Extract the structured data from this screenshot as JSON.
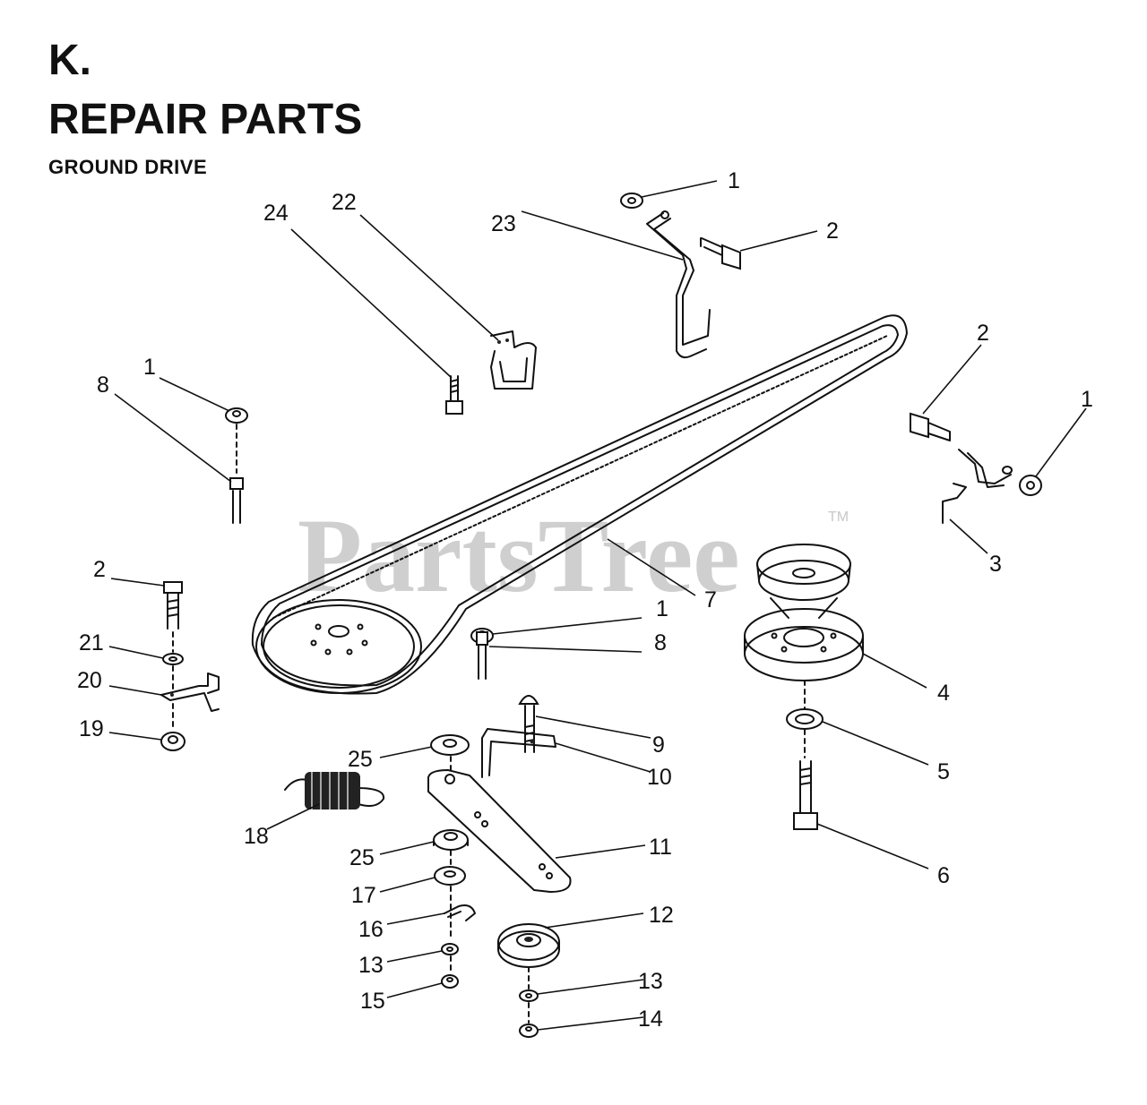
{
  "header": {
    "section_letter": "K.",
    "title": "REPAIR PARTS",
    "subtitle": "GROUND DRIVE"
  },
  "watermark": {
    "text": "PartsTree",
    "trademark": "TM"
  },
  "callouts": [
    "1",
    "2",
    "23",
    "22",
    "24",
    "2",
    "1",
    "1",
    "8",
    "3",
    "7",
    "2",
    "21",
    "20",
    "19",
    "1",
    "8",
    "4",
    "9",
    "10",
    "5",
    "25",
    "18",
    "11",
    "6",
    "25",
    "17",
    "12",
    "16",
    "13",
    "13",
    "15",
    "14"
  ]
}
